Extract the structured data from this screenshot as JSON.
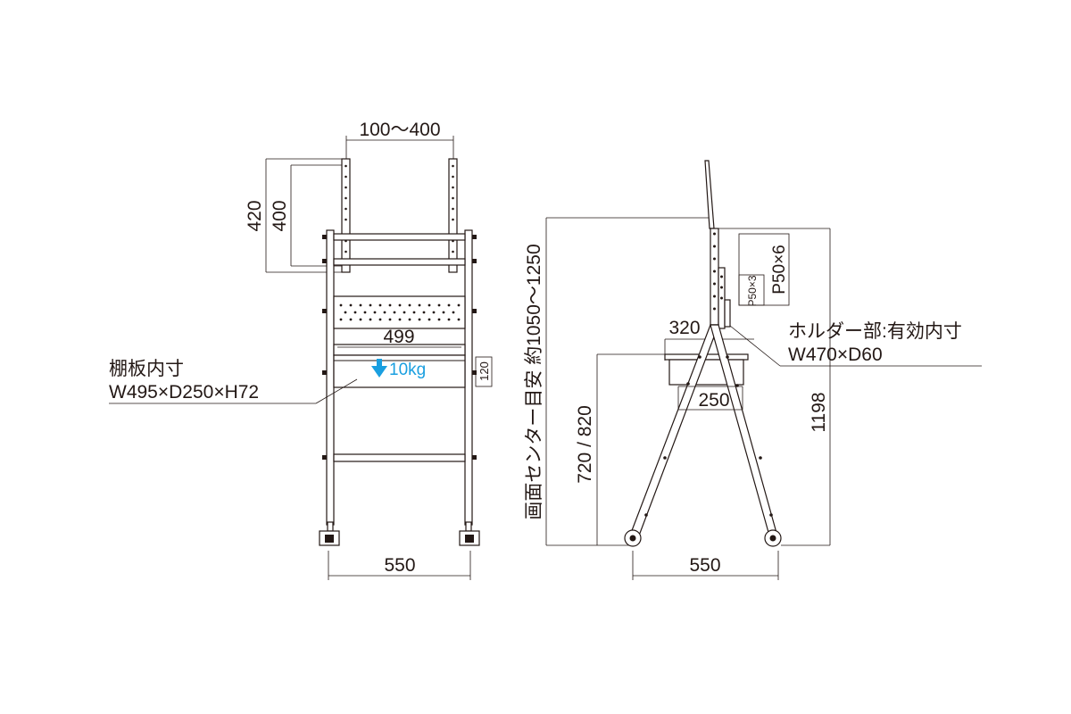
{
  "front_view": {
    "vesa_width": "100〜400",
    "vesa_height_outer": "420",
    "vesa_height_inner": "400",
    "shelf_width": "499",
    "shelf_load": "10kg",
    "shelf_height": "120",
    "shelf_inner_label": "棚板内寸",
    "shelf_inner_dims": "W495×D250×H72",
    "base_width": "550"
  },
  "side_view": {
    "screen_center_label": "画面センター目安 約1050〜1250",
    "shelf_height_range": "720 / 820",
    "total_height": "1198",
    "top_depth": "320",
    "shelf_depth": "250",
    "pitch_small": "P50×3",
    "pitch_large": "P50×6",
    "holder_label": "ホルダー部:有効内寸",
    "holder_dims": "W470×D60",
    "base_width": "550"
  },
  "colors": {
    "line": "#231815",
    "load_arrow": "#1a9fe0"
  }
}
